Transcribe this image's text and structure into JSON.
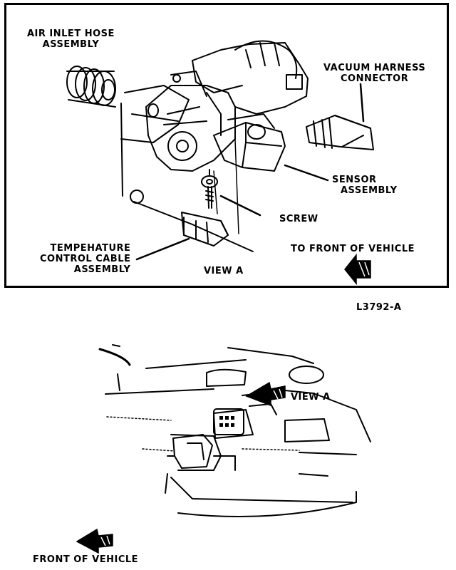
{
  "view_a": {
    "air_inlet_hose": [
      "AIR INLET HOSE",
      "ASSEMBLY"
    ],
    "vacuum_harness": [
      "VACUUM HARNESS",
      "CONNECTOR"
    ],
    "sensor": [
      "SENSOR",
      "ASSEMBLY"
    ],
    "screw": "SCREW",
    "temp_cable": [
      "TEMPEHATURE",
      "CONTROL CABLE",
      "ASSEMBLY"
    ],
    "view_label": "VIEW A",
    "to_front": "TO FRONT OF VEHICLE"
  },
  "figure_id": "L3792-A",
  "lower": {
    "view_label": "VIEW A",
    "front": "FRONT OF VEHICLE"
  }
}
